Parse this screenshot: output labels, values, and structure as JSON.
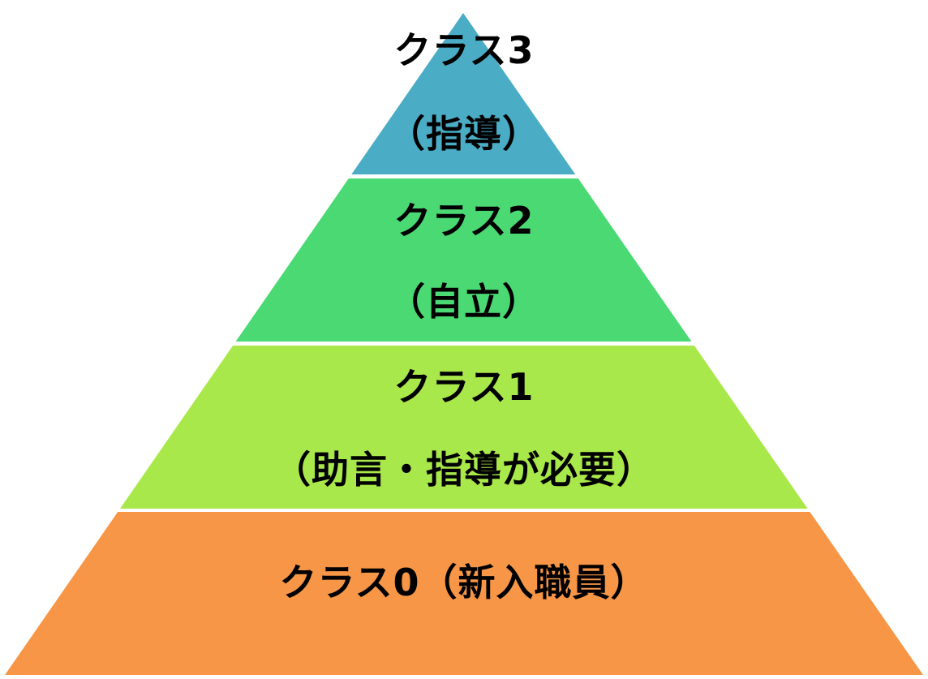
{
  "diagram": {
    "type": "pyramid",
    "levels": [
      {
        "id": "class3",
        "title": "クラス3",
        "subtitle": "（指導）",
        "color": "#4BACC6"
      },
      {
        "id": "class2",
        "title": "クラス2",
        "subtitle": "（自立）",
        "color": "#4AD973"
      },
      {
        "id": "class1",
        "title": "クラス1",
        "subtitle": "（助言・指導が必要）",
        "color": "#A9E84A"
      },
      {
        "id": "class0",
        "title": "クラス0（新入職員）",
        "color": "#F79646"
      }
    ]
  }
}
